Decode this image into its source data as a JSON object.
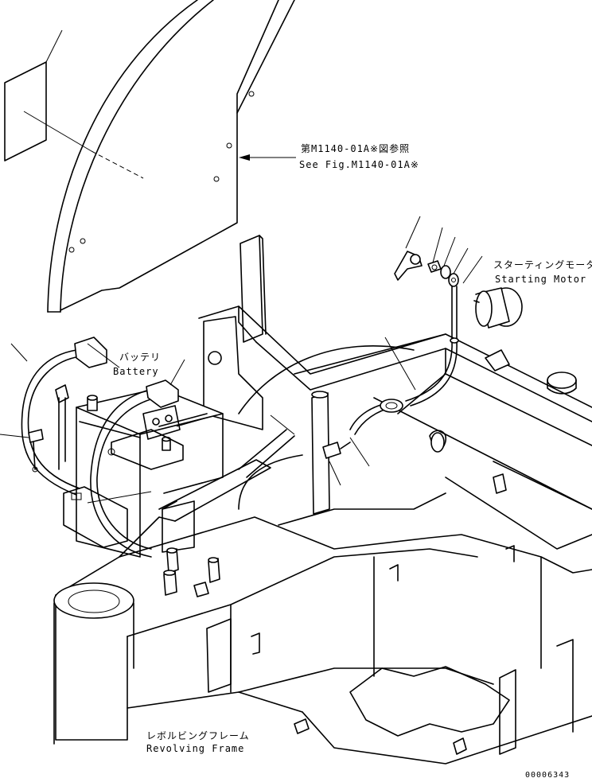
{
  "labels": {
    "reference_ja": "第M1140-01A※図参照",
    "reference_en": "See Fig.M1140-01A※",
    "starting_motor_ja": "スターティングモータ",
    "starting_motor_en": "Starting Motor",
    "battery_ja": "バッテリ",
    "battery_en": "Battery",
    "revolving_frame_ja": "レボルビングフレーム",
    "revolving_frame_en": "Revolving Frame",
    "drawing_number": "00006343"
  }
}
